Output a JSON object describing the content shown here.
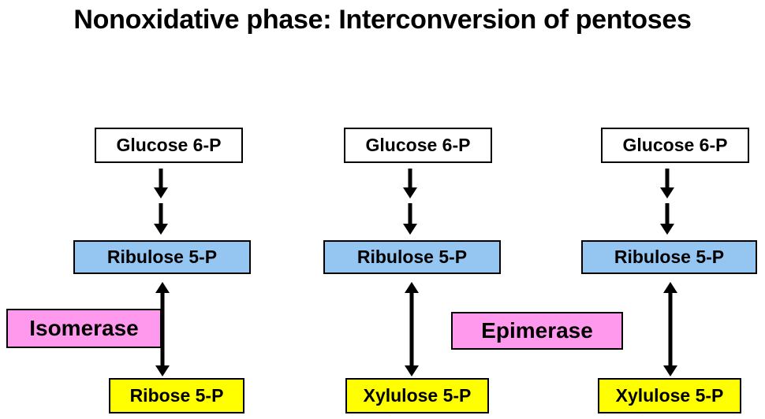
{
  "page": {
    "title": "Nonoxidative phase: Interconversion of pentoses",
    "background_color": "#FFFFFF"
  },
  "colors": {
    "substrate_box": "#FFFFFF",
    "pentose_box": "#95C6F2",
    "product_box": "#FFFF00",
    "enzyme_box": "#FF99EE",
    "border": "#000000",
    "text": "#000000",
    "arrow": "#000000"
  },
  "columns": [
    {
      "id": "column-1",
      "substrate": "Glucose 6-P",
      "pentose": "Ribulose 5-P",
      "enzyme": "Isomerase",
      "product": "Ribose 5-P",
      "top_arrow_type": "double-single-down",
      "bottom_arrow_type": "bidirectional"
    },
    {
      "id": "column-2",
      "substrate": "Glucose 6-P",
      "pentose": "Ribulose 5-P",
      "enzyme": "Epimerase",
      "product": "Xylulose 5-P",
      "top_arrow_type": "double-single-down",
      "bottom_arrow_type": "bidirectional"
    },
    {
      "id": "column-3",
      "substrate": "Glucose 6-P",
      "pentose": "Ribulose 5-P",
      "enzyme": null,
      "product": "Xylulose 5-P",
      "top_arrow_type": "double-single-down",
      "bottom_arrow_type": "bidirectional"
    }
  ]
}
